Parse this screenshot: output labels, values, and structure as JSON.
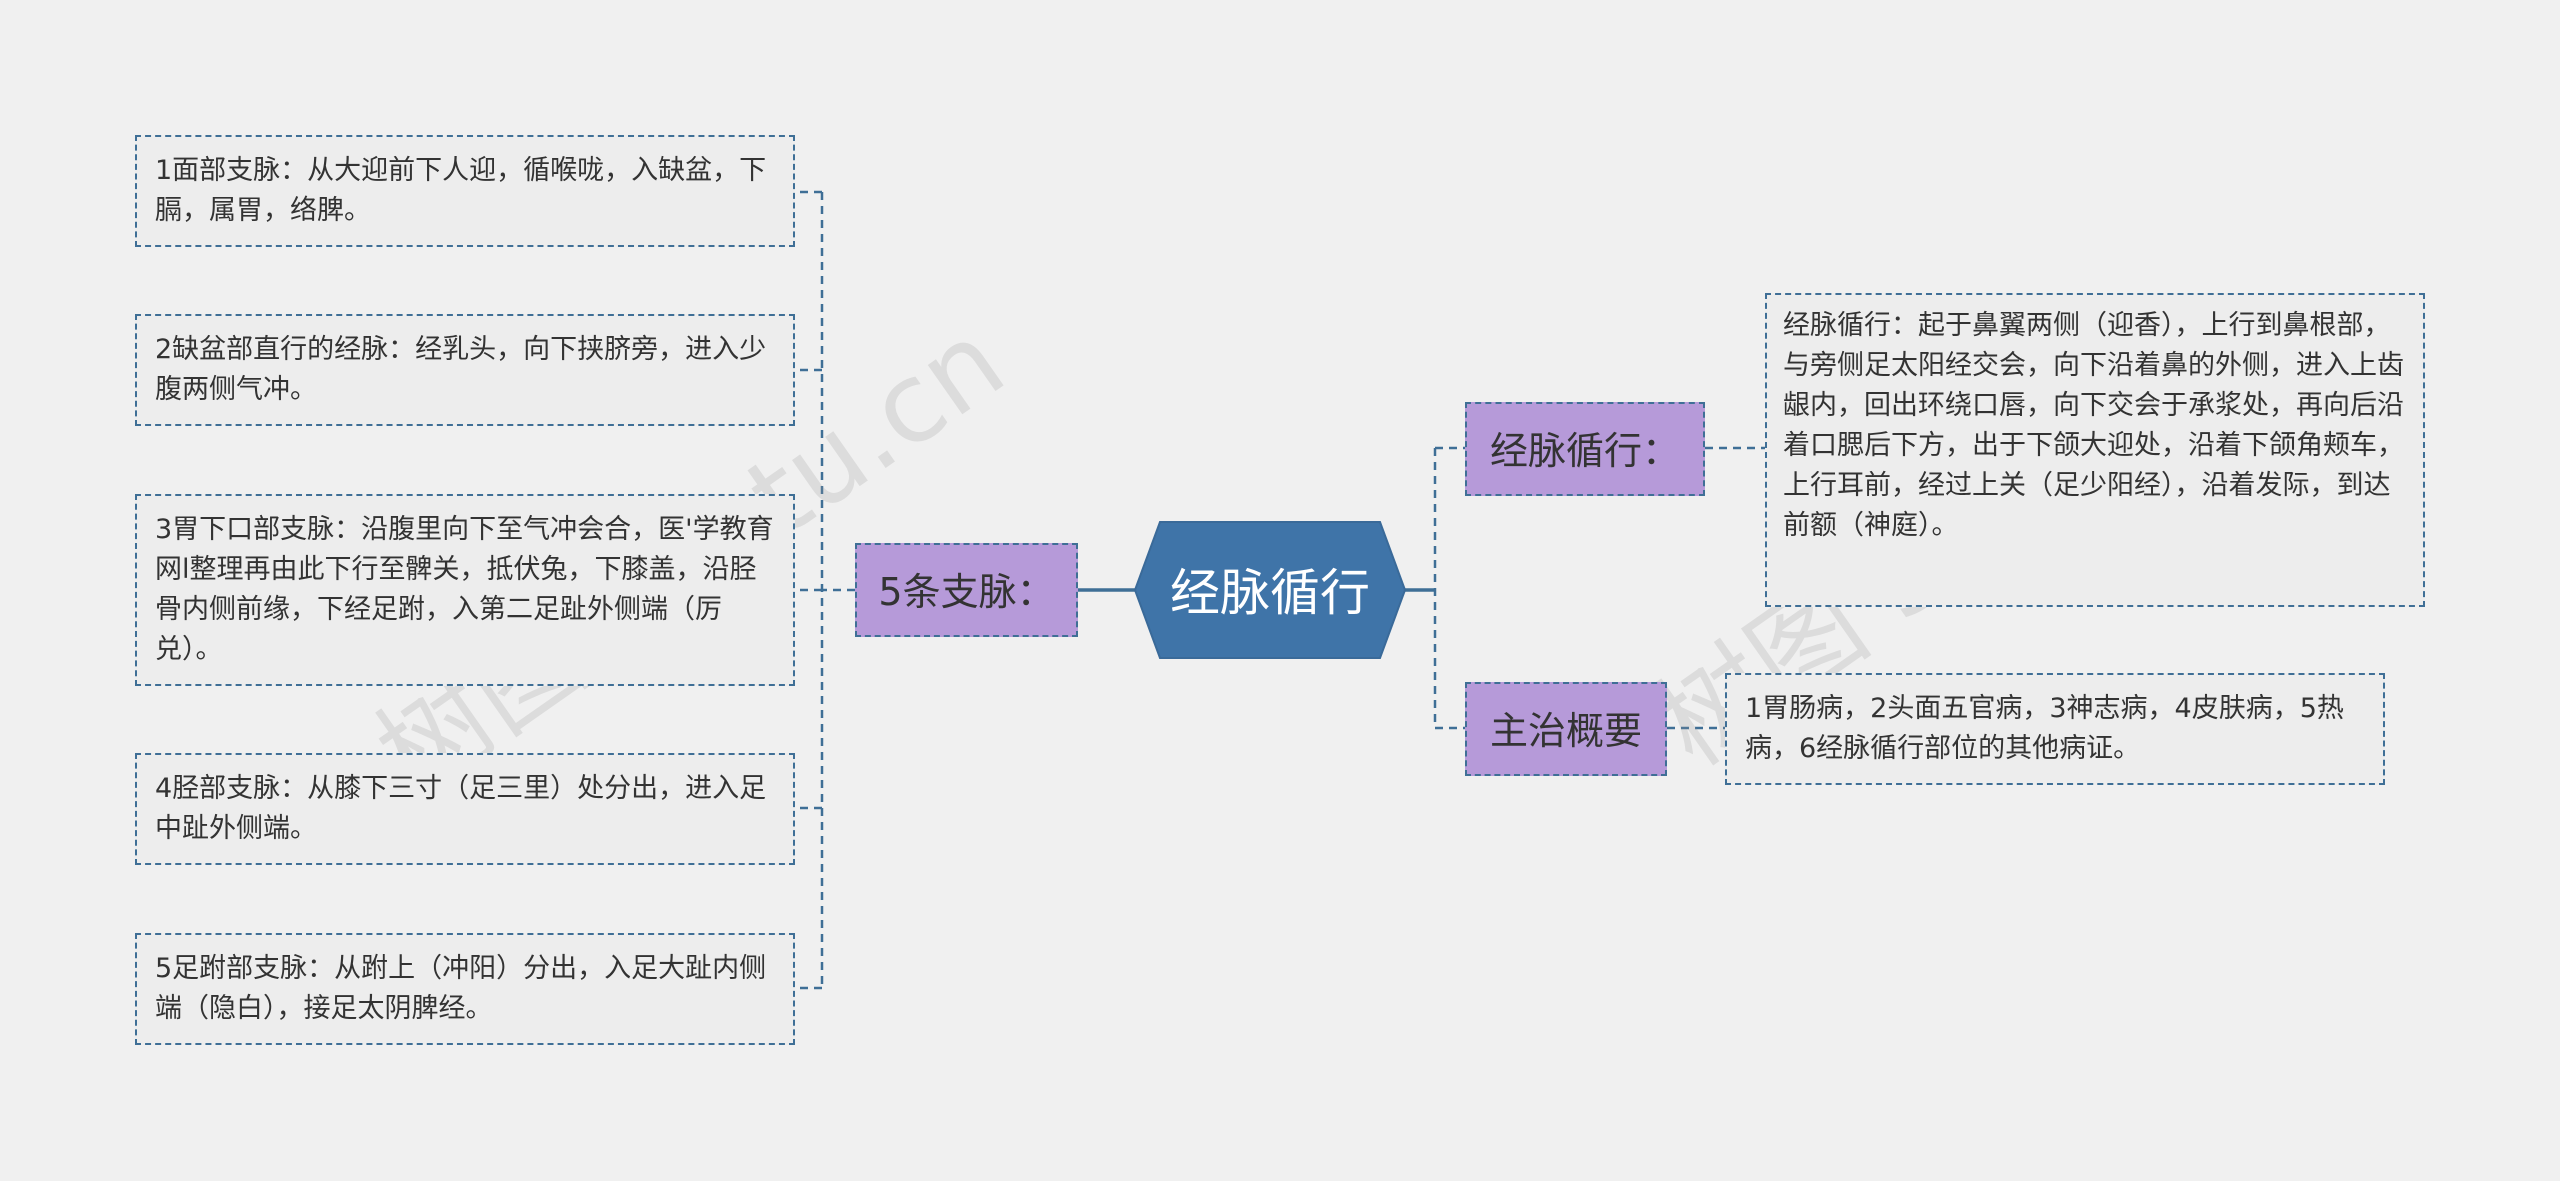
{
  "center": {
    "label": "经脉循行"
  },
  "left_branch": {
    "label": "5条支脉：",
    "leaves": [
      "1面部支脉：从大迎前下人迎，循喉咙，入缺盆，下膈，属胃，络脾。",
      "2缺盆部直行的经脉：经乳头，向下挟脐旁，进入少腹两侧气冲。",
      "3胃下口部支脉：沿腹里向下至气冲会合，医'学教育网l整理再由此下行至髀关，抵伏兔，下膝盖，沿胫骨内侧前缘，下经足跗，入第二足趾外侧端（厉兑）。",
      "4胫部支脉：从膝下三寸（足三里）处分出，进入足中趾外侧端。",
      "5足跗部支脉：从跗上（冲阳）分出，入足大趾内侧端（隐白），接足太阴脾经。"
    ]
  },
  "right_branches": [
    {
      "label": "经脉循行：",
      "leaf": "经脉循行：起于鼻翼两侧（迎香），上行到鼻根部，与旁侧足太阳经交会，向下沿着鼻的外侧，进入上齿龈内，回出环绕口唇，向下交会于承浆处，再向后沿着口腮后下方，出于下颌大迎处，沿着下颌角颊车，上行耳前，经过上关（足少阳经），沿着发际，到达前额（神庭）。"
    },
    {
      "label": "主治概要",
      "leaf": "1胃肠病，2头面五官病，3神志病，4皮肤病，5热病，6经脉循行部位的其他病证。"
    }
  ],
  "watermarks": [
    "树图 shutu.cn",
    "树图 shutu.cn"
  ],
  "colors": {
    "background": "#f0f0f0",
    "center_fill": "#3f74a8",
    "branch_fill": "#b69ad9",
    "leaf_fill": "#ededed",
    "connector": "#3f6f96"
  }
}
